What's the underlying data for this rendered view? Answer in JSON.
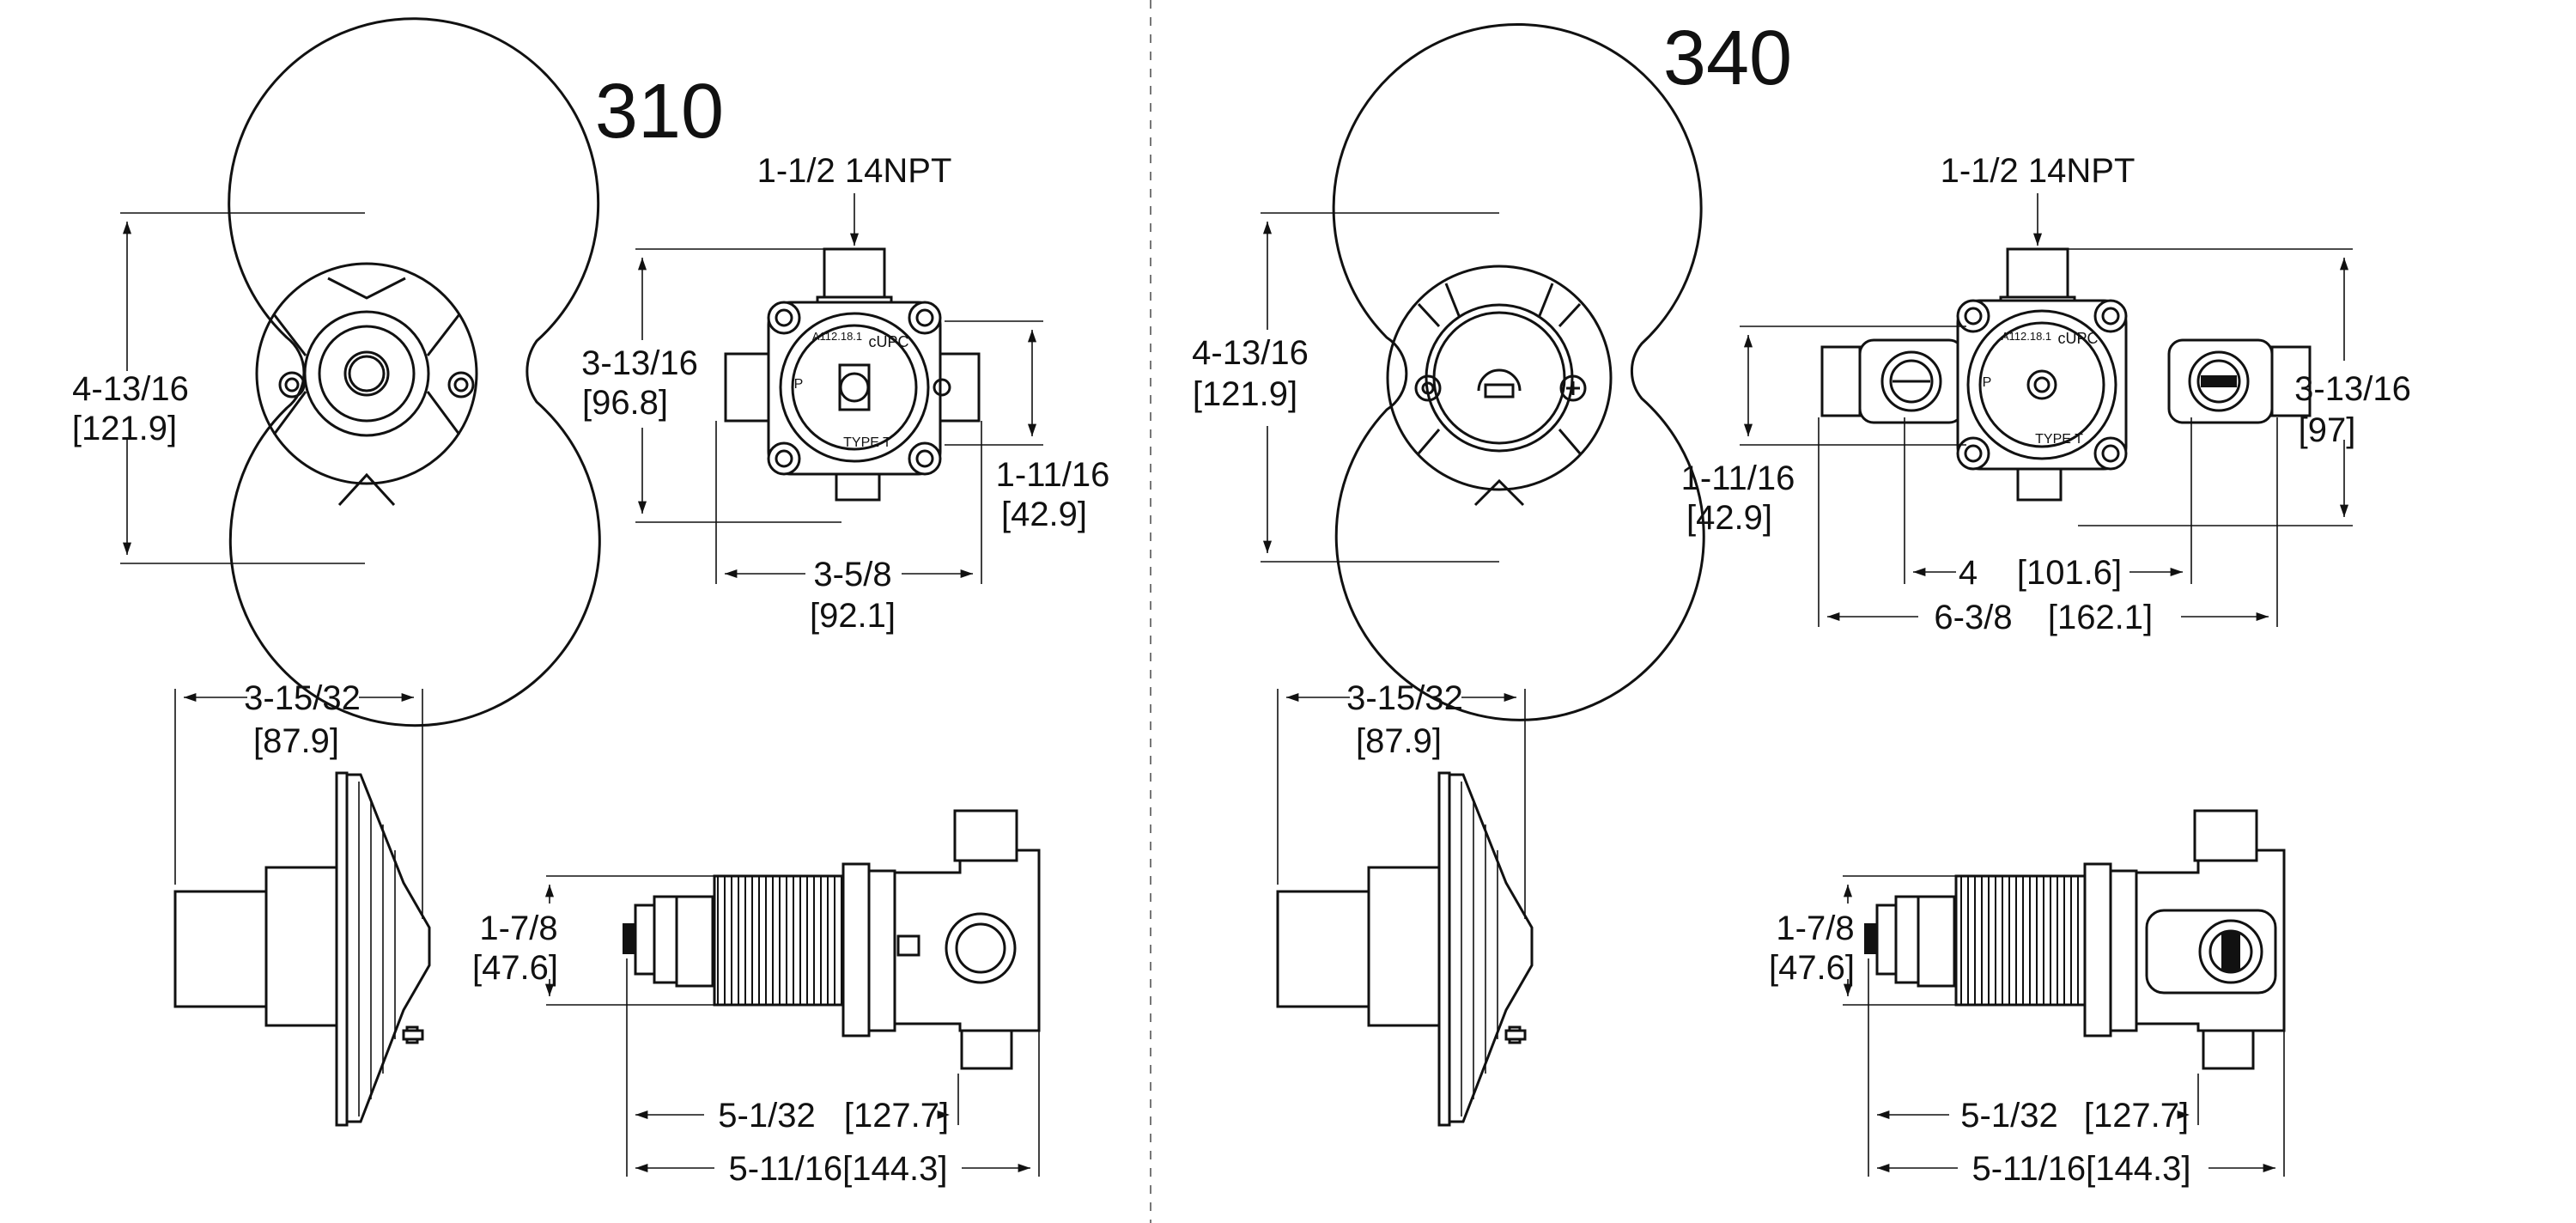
{
  "models": {
    "left": "310",
    "right": "340"
  },
  "colors": {
    "line": "#111111",
    "background": "#ffffff"
  },
  "dims310": {
    "trim_height_in": "4-13/16",
    "trim_height_mm": "[121.9]",
    "inlet": "1-1/2 14NPT",
    "valve_height_in": "3-13/16",
    "valve_height_mm": "[96.8]",
    "port_in": "1-11/16",
    "port_mm": "[42.9]",
    "width_in": "3-5/8",
    "width_mm": "[92.1]",
    "trim_depth_in": "3-15/32",
    "trim_depth_mm": "[87.9]",
    "stem_in": "1-7/8",
    "stem_mm": "[47.6]",
    "len1": "5-1/32",
    "len1_mm": "[127.7]",
    "len2": "5-11/16[144.3]"
  },
  "dims340": {
    "trim_height_in": "4-13/16",
    "trim_height_mm": "[121.9]",
    "inlet": "1-1/2 14NPT",
    "valve_height_in": "3-13/16",
    "valve_height_mm": "[97]",
    "port_in": "1-11/16",
    "port_mm": "[42.9]",
    "inner_width": "4",
    "inner_width_mm": "[101.6]",
    "outer_width": "6-3/8",
    "outer_width_mm": "[162.1]",
    "trim_depth_in": "3-15/32",
    "trim_depth_mm": "[87.9]",
    "stem_in": "1-7/8",
    "stem_mm": "[47.6]",
    "len1": "5-1/32",
    "len1_mm": "[127.7]",
    "len2": "5-11/16[144.3]"
  },
  "valve_labels": {
    "type": "TYPE T",
    "mark": "cUPC",
    "p": "P",
    "code": "A112.18.1"
  }
}
